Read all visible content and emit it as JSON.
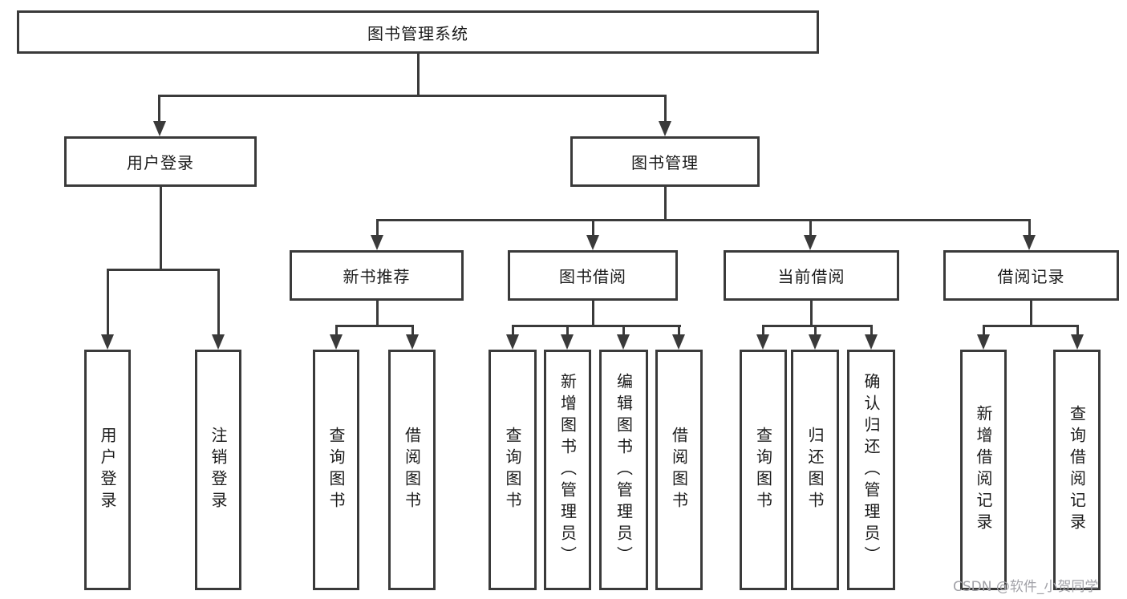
{
  "tree": {
    "root": {
      "label": "图书管理系统",
      "children": [
        {
          "label": "用户登录",
          "children": [
            {
              "label": "用户登录"
            },
            {
              "label": "注销登录"
            }
          ]
        },
        {
          "label": "图书管理",
          "children": [
            {
              "label": "新书推荐",
              "children": [
                {
                  "label": "查询图书"
                },
                {
                  "label": "借阅图书"
                }
              ]
            },
            {
              "label": "图书借阅",
              "children": [
                {
                  "label": "查询图书"
                },
                {
                  "label": "新增图书（管理员）"
                },
                {
                  "label": "编辑图书（管理员）"
                },
                {
                  "label": "借阅图书"
                }
              ]
            },
            {
              "label": "当前借阅",
              "children": [
                {
                  "label": "查询图书"
                },
                {
                  "label": "归还图书"
                },
                {
                  "label": "确认归还（管理员）"
                }
              ]
            },
            {
              "label": "借阅记录",
              "children": [
                {
                  "label": "新增借阅记录"
                },
                {
                  "label": "查询借阅记录"
                }
              ]
            }
          ]
        }
      ]
    }
  },
  "watermark": {
    "text": "CSDN @软件_小贺同学"
  },
  "colors": {
    "line": "#3a3a3a",
    "text": "#1b1b1b",
    "background": "#ffffff",
    "watermark": "#a2a2a8"
  }
}
